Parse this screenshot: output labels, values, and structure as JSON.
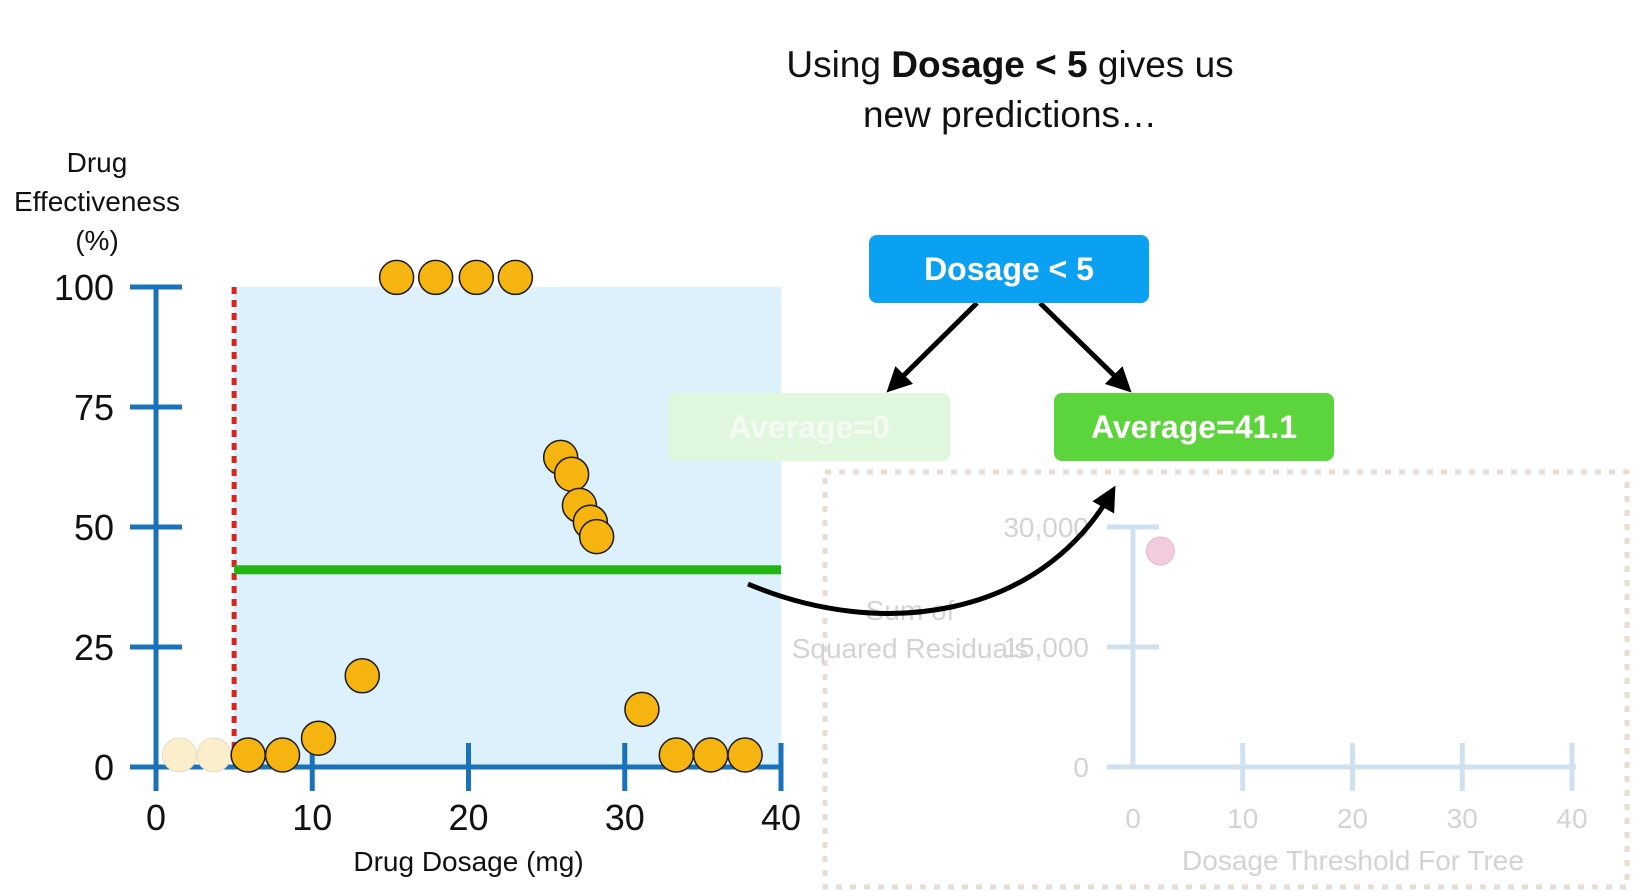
{
  "headline": {
    "prefix": "Using ",
    "bold": "Dosage < 5",
    "suffix": " gives us",
    "line2": "new predictions…"
  },
  "tree": {
    "root_label": "Dosage < 5",
    "left_leaf_label": "Average=0",
    "right_leaf_label": "Average=41.1"
  },
  "colors": {
    "axis": "#1a73b8",
    "point_fill": "#f5b40f",
    "point_faded": "#fbeecb",
    "highlight": "#dcf1fb",
    "threshold": "#d9251d",
    "prediction": "#22b511",
    "root_node": "#0aa1f2",
    "leaf_node": "#5cd43c",
    "ssr_point": "#f2cbdc",
    "faded_axis": "#cfe0ef"
  },
  "chart_data": [
    {
      "type": "scatter",
      "title": "",
      "ylabel": "Drug Effectiveness (%)",
      "xlabel": "Drug Dosage (mg)",
      "xlim": [
        0,
        40
      ],
      "ylim": [
        0,
        100
      ],
      "x_ticks": [
        0,
        10,
        20,
        30,
        40
      ],
      "y_ticks": [
        0,
        25,
        50,
        75,
        100
      ],
      "threshold_x": 5,
      "prediction_y": 41.1,
      "prediction_x_range": [
        5,
        40
      ],
      "highlight_x_range": [
        5,
        40
      ],
      "faded_points": [
        {
          "x": 1.5,
          "y": 2.5
        },
        {
          "x": 3.7,
          "y": 2.5
        }
      ],
      "points": [
        {
          "x": 5.9,
          "y": 2.5
        },
        {
          "x": 8.1,
          "y": 2.5
        },
        {
          "x": 10.4,
          "y": 6
        },
        {
          "x": 13.2,
          "y": 19
        },
        {
          "x": 15.4,
          "y": 102
        },
        {
          "x": 17.9,
          "y": 102
        },
        {
          "x": 20.5,
          "y": 102
        },
        {
          "x": 23,
          "y": 102
        },
        {
          "x": 25.9,
          "y": 64.5
        },
        {
          "x": 26.6,
          "y": 61
        },
        {
          "x": 27.1,
          "y": 54.5
        },
        {
          "x": 27.8,
          "y": 51
        },
        {
          "x": 28.2,
          "y": 48
        },
        {
          "x": 31.1,
          "y": 12
        },
        {
          "x": 33.3,
          "y": 2.5
        },
        {
          "x": 35.5,
          "y": 2.5
        },
        {
          "x": 37.7,
          "y": 2.5
        }
      ]
    },
    {
      "type": "scatter",
      "title": "",
      "ylabel": "Sum of Squared Residuals",
      "xlabel": "Dosage Threshold For Tree",
      "xlim": [
        0,
        40
      ],
      "ylim": [
        0,
        30000
      ],
      "x_ticks": [
        0,
        10,
        20,
        30,
        40
      ],
      "y_ticks": [
        0,
        15000,
        30000
      ],
      "y_tick_labels": [
        "0",
        "15,000",
        "30,000"
      ],
      "points": [
        {
          "x": 2.5,
          "y": 27000
        }
      ]
    }
  ]
}
